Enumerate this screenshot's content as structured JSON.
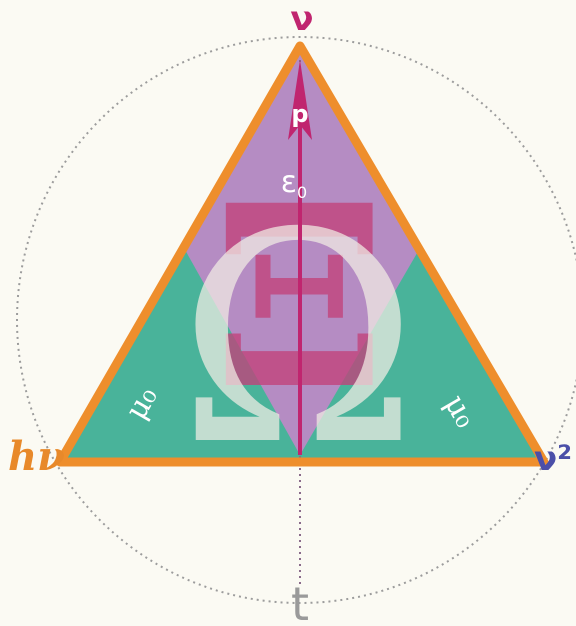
{
  "labels": {
    "top": "ν",
    "left": "hν",
    "right": "ν²",
    "bottom": "t",
    "p": "p",
    "epsilon": "ε",
    "epsilon_sub": "0",
    "omega": "Ω",
    "xi": "Ξ",
    "mu_left": "μ₀",
    "mu_right": "μ₀"
  },
  "colors": {
    "background": "#fbfaf3",
    "triangle_outline": "#ee8e2c",
    "purple_region": "#b58cc3",
    "teal_region": "#49b39a",
    "arrow": "#c0256f",
    "top_label": "#c0256f",
    "left_label": "#e8892a",
    "right_label": "#4b4fa8",
    "bottom_label": "#9a9a9a",
    "circle": "#9c9c9c",
    "omega": "#f2ede4",
    "xi": "#c2417a"
  }
}
